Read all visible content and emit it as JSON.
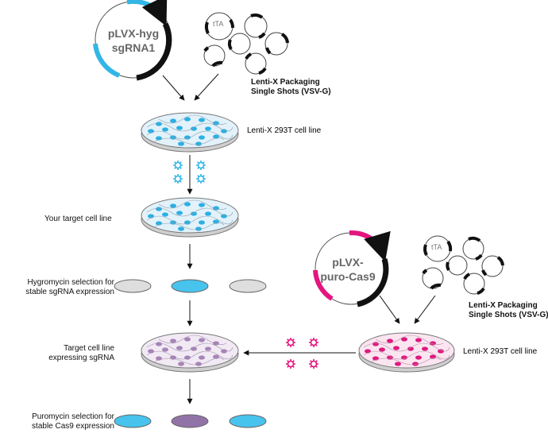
{
  "plasmid1": {
    "line1": "pLVX-hyg",
    "line2": "sgRNA1"
  },
  "plasmid2": {
    "line1": "pLVX-",
    "line2": "puro-Cas9"
  },
  "packaging": {
    "tta": "tTA",
    "line1": "Lenti-X Packaging",
    "line2": "Single Shots (VSV-G)"
  },
  "labels": {
    "lentix_293t": "Lenti-X 293T cell line",
    "your_target": "Your target cell line",
    "hygro_1": "Hygromycin selection for",
    "hygro_2": "stable sgRNA expression",
    "target_1": "Target cell line",
    "target_2": "expressing sgRNA",
    "puro_1": "Puromycin selection for",
    "puro_2": "stable Cas9 expression"
  },
  "colors": {
    "blue": "#33b6e6",
    "magenta": "#e4157f",
    "purple": "#9c7bb0",
    "grey": "#dcdcdc",
    "black": "#111111"
  }
}
